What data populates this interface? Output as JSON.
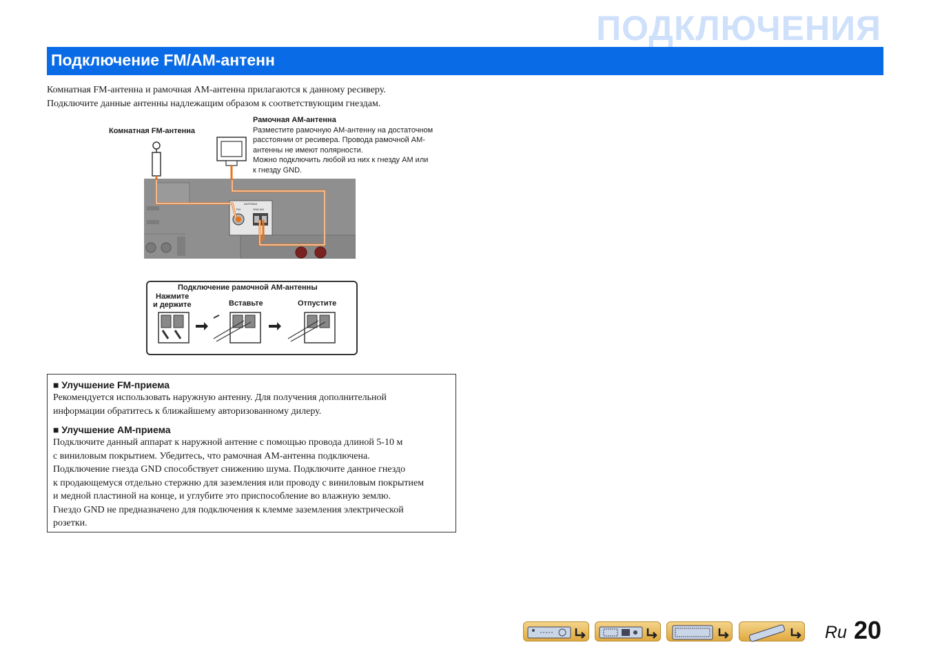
{
  "chapter_title": "ПОДКЛЮЧЕНИЯ",
  "section_title": "Подключение FM/AM-антенн",
  "intro": [
    "Комнатная FM-антенна и рамочная AM-антенна прилагаются к данному ресиверу.",
    "Подключите данные антенны надлежащим образом к соответствующим гнездам."
  ],
  "figure": {
    "fm_label": "Комнатная FM-антенна",
    "am_title": "Рамочная AM-антенна",
    "am_desc": [
      "Разместите рамочную AM-антенну на достаточном",
      "расстоянии от ресивера. Провода рамочной AM-",
      "антенны не имеют полярности.",
      "Можно подключить любой из них к гнезду AM или",
      "к гнезду  GND."
    ],
    "jack_fm": "FM",
    "jack_gnd_am": "GND  AM"
  },
  "steps": {
    "title": "Подключение рамочной AM-антенны",
    "step1_line1": "Нажмите",
    "step1_line2": "и держите",
    "step2": "Вставьте",
    "step3": "Отпустите"
  },
  "notes": {
    "fm_heading": "■ Улучшение FM-приема",
    "fm_text": [
      "Рекомендуется использовать наружную антенну. Для получения дополнительной",
      "информации обратитесь к ближайшему авторизованному дилеру."
    ],
    "am_heading": "■ Улучшение AM-приема",
    "am_text": [
      "Подключите данный аппарат к наружной антенне с помощью провода длиной 5-10 м",
      "с виниловым покрытием. Убедитесь, что рамочная AM-антенна подключена.",
      "Подключение гнезда GND способствует снижению шума. Подключите данное гнездо",
      "к продающемуся отдельно стержню для заземления или проводу с виниловым покрытием",
      "и медной пластиной на конце, и углубите это приспособление во влажную землю.",
      "Гнездо GND не предназначено для подключения к клемме заземления электрической",
      "розетки."
    ]
  },
  "footer": {
    "lang": "Ru",
    "page": "20",
    "nav_icons": [
      "front-panel-icon",
      "rear-panel-icon",
      "on-screen-display-icon",
      "remote-control-icon"
    ]
  },
  "colors": {
    "section_bar": "#0a6be6",
    "chapter_title": "#cfe0fb",
    "cable": "#e8731a",
    "nav_button": "#e8b556"
  }
}
